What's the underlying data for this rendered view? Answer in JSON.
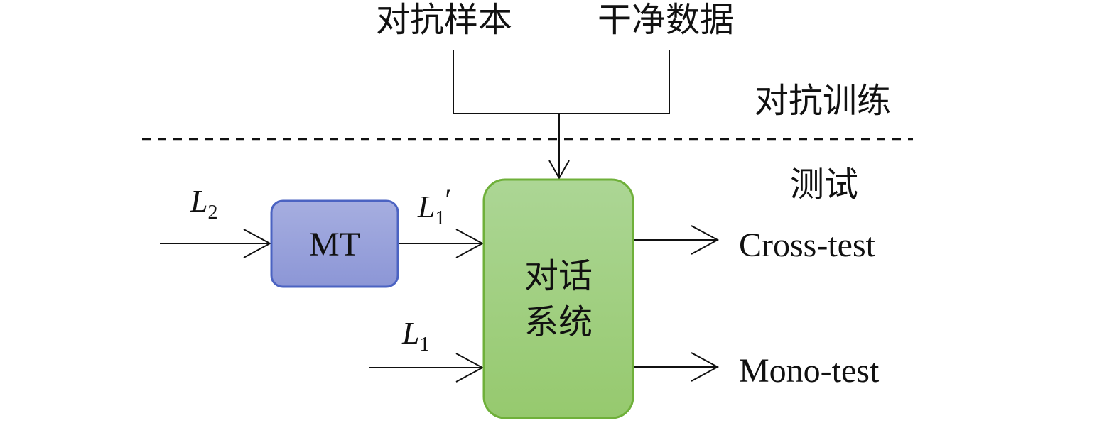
{
  "top_inputs": {
    "adversarial_samples": "对抗样本",
    "clean_data": "干净数据"
  },
  "phases": {
    "training": "对抗训练",
    "testing": "测试"
  },
  "mt_box": {
    "label": "MT",
    "fill_top": "#a6aee0",
    "fill_bottom": "#8c96d6",
    "border": "#4b63c2"
  },
  "dialog_system": {
    "line1": "对话",
    "line2": "系统",
    "fill_top": "#acd695",
    "fill_bottom": "#96c96e",
    "border": "#6fb03a"
  },
  "inputs": {
    "l2": {
      "base": "L",
      "sub": "2"
    },
    "l1_prime": {
      "base": "L",
      "sub": "1",
      "prime": "′"
    },
    "l1": {
      "base": "L",
      "sub": "1"
    }
  },
  "outputs": {
    "cross": "Cross-test",
    "mono": "Mono-test"
  }
}
